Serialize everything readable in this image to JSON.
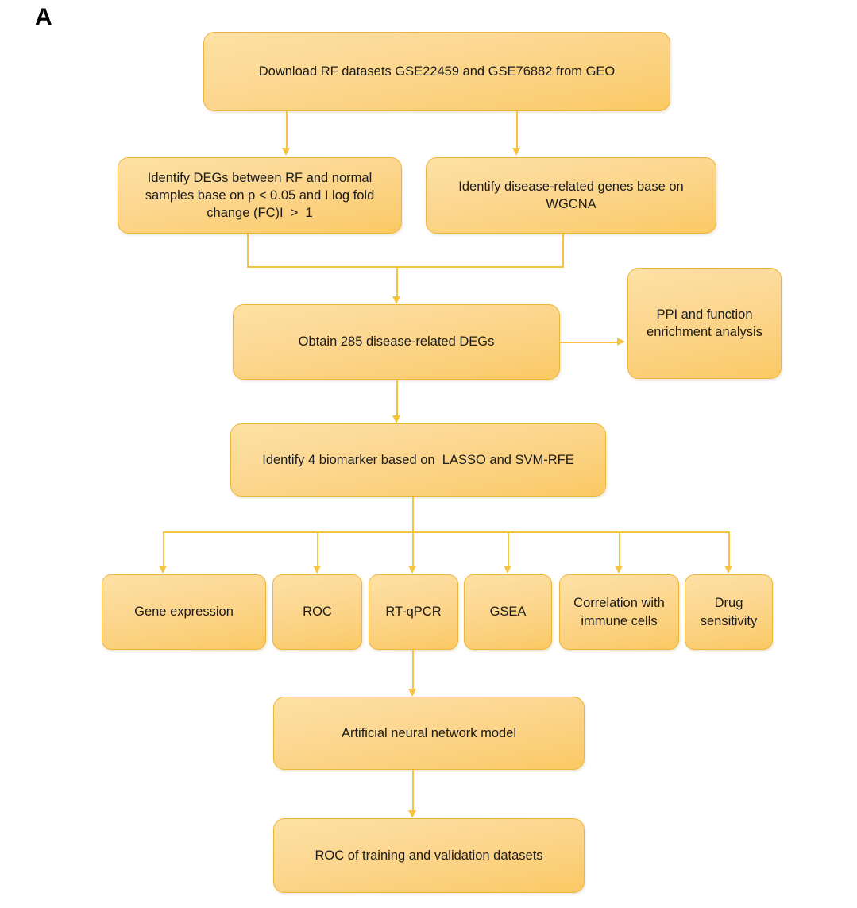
{
  "figure": {
    "panel_label": "A",
    "type": "flowchart",
    "accent_color": "#f5c242",
    "node_fill_top": "#fde1a4",
    "node_fill_bottom": "#fbc963",
    "node_border_color": "#f0b538",
    "text_color": "#1b1b1b",
    "background": "#ffffff"
  },
  "nodes": {
    "download": "Download RF datasets GSE22459 and GSE76882 from GEO",
    "degs": "Identify DEGs between RF and normal samples base on p < 0.05 and I log fold change (FC)I  >  1",
    "wgcna": "Identify disease-related genes base on WGCNA",
    "obtain": "Obtain 285 disease-related DEGs",
    "ppi": "PPI and function enrichment analysis",
    "biomarker": "Identify 4 biomarker based on  LASSO and SVM-RFE",
    "gene_expression": "Gene expression",
    "roc": "ROC",
    "rtqpcr": "RT-qPCR",
    "gsea": "GSEA",
    "correlation": "Correlation with immune cells",
    "drug": "Drug sensitivity",
    "ann": "Artificial neural network model",
    "roc_validation": "ROC of training and validation datasets"
  },
  "flow_edges": [
    {
      "from": "download",
      "to": "degs"
    },
    {
      "from": "download",
      "to": "wgcna"
    },
    {
      "from": "degs",
      "to": "obtain"
    },
    {
      "from": "wgcna",
      "to": "obtain"
    },
    {
      "from": "obtain",
      "to": "ppi"
    },
    {
      "from": "obtain",
      "to": "biomarker"
    },
    {
      "from": "biomarker",
      "to": "gene_expression"
    },
    {
      "from": "biomarker",
      "to": "roc"
    },
    {
      "from": "biomarker",
      "to": "rtqpcr"
    },
    {
      "from": "biomarker",
      "to": "gsea"
    },
    {
      "from": "biomarker",
      "to": "correlation"
    },
    {
      "from": "biomarker",
      "to": "drug"
    },
    {
      "from": "rtqpcr",
      "to": "ann"
    },
    {
      "from": "ann",
      "to": "roc_validation"
    }
  ]
}
